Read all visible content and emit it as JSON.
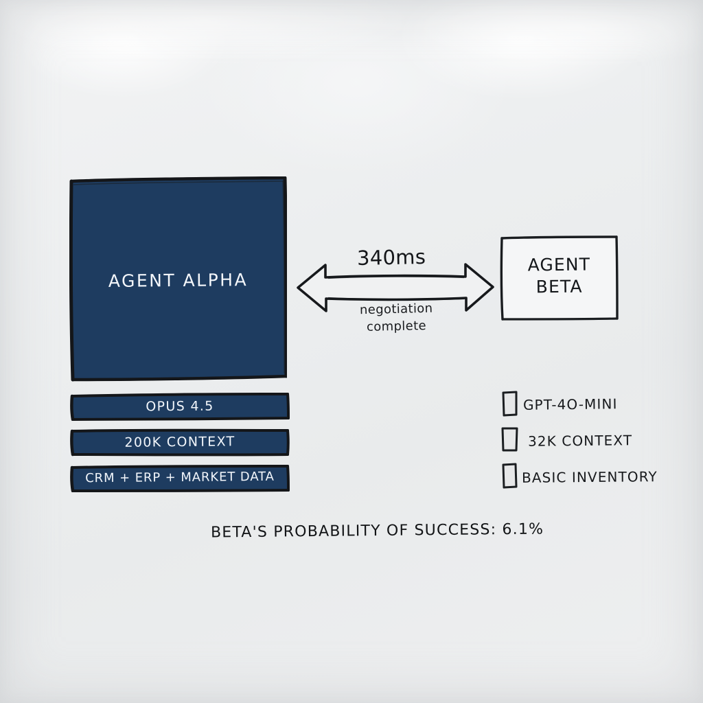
{
  "scene": {
    "type": "whiteboard-sketch-diagram",
    "background_color": "#eceeef",
    "ink_color": "#15181b",
    "accent_navy": "#1e3c60"
  },
  "alpha": {
    "label": "AGENT ALPHA",
    "fill_color": "#1e3c60",
    "text_color": "#f4f7fb"
  },
  "beta": {
    "label_line1": "AGENT",
    "label_line2": "BETA",
    "fill_color": "#f4f5f6",
    "text_color": "#14171a"
  },
  "connector": {
    "icon": "double-headed-arrow-icon",
    "latency": "340ms",
    "status_line1": "negotiation",
    "status_line2": "complete"
  },
  "alpha_attributes": [
    {
      "label": "OPUS 4.5"
    },
    {
      "label": "200K CONTEXT"
    },
    {
      "label": "CRM + ERP + MARKET DATA"
    }
  ],
  "beta_attributes": [
    {
      "label": "GPT-4O-MINI"
    },
    {
      "label": "32K CONTEXT"
    },
    {
      "label": "BASIC INVENTORY"
    }
  ],
  "footnote": {
    "text": "BETA'S PROBABILITY OF SUCCESS: 6.1%"
  }
}
